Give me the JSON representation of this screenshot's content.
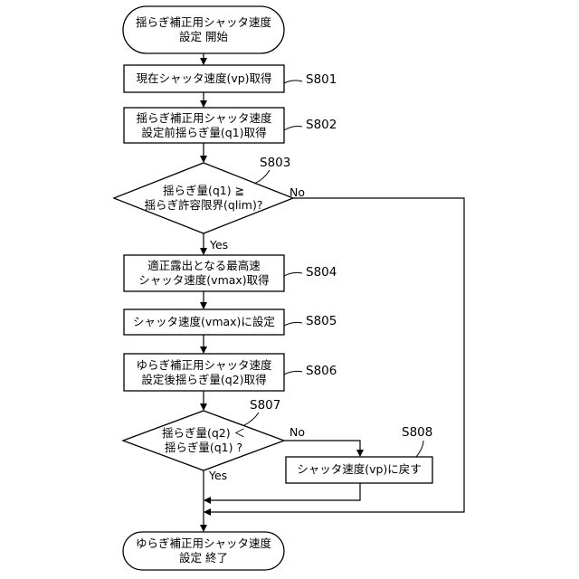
{
  "start": {
    "line1": "揺らぎ補正用シャッタ速度",
    "line2": "設定 開始"
  },
  "steps": {
    "s801": {
      "id": "S801",
      "line1": "現在シャッタ速度(vp)取得"
    },
    "s802": {
      "id": "S802",
      "line1": "揺らぎ補正用シャッタ速度",
      "line2": "設定前揺らぎ量(q1)取得"
    },
    "s803": {
      "id": "S803",
      "line1": "揺らぎ量(q1) ≧",
      "line2": "揺らぎ許容限界(qlim)?"
    },
    "s804": {
      "id": "S804",
      "line1": "適正露出となる最高速",
      "line2": "シャッタ速度(vmax)取得"
    },
    "s805": {
      "id": "S805",
      "line1": "シャッタ速度(vmax)に設定"
    },
    "s806": {
      "id": "S806",
      "line1": "ゆらぎ補正用シャッタ速度",
      "line2": "設定後揺らぎ量(q2)取得"
    },
    "s807": {
      "id": "S807",
      "line1": "揺らぎ量(q2) ＜",
      "line2": "揺らぎ量(q1) ?"
    },
    "s808": {
      "id": "S808",
      "line1": "シャッタ速度(vp)に戻す"
    }
  },
  "end": {
    "line1": "ゆらぎ補正用シャッタ速度",
    "line2": "設定 終了"
  },
  "branches": {
    "yes": "Yes",
    "no": "No"
  }
}
